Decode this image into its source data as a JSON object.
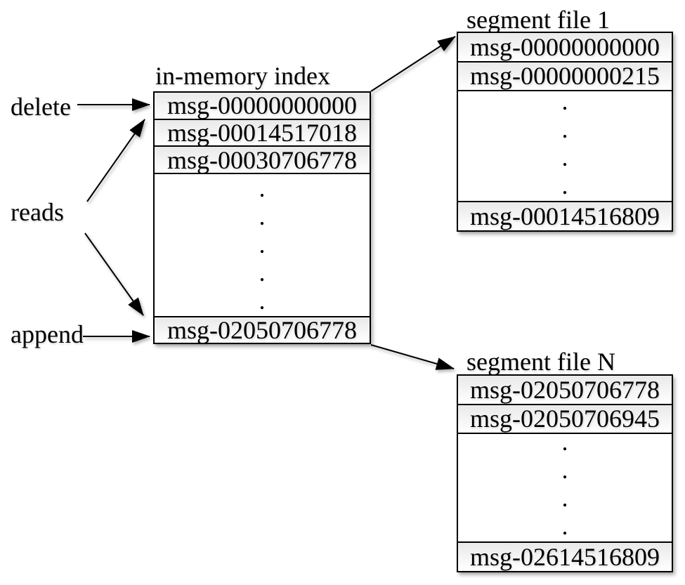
{
  "labels": {
    "delete": "delete",
    "reads": "reads",
    "append": "append"
  },
  "index": {
    "title": "in-memory index",
    "top_entries": [
      "msg-00000000000",
      "msg-00014517018",
      "msg-00030706778"
    ],
    "dots": [
      ".",
      ".",
      ".",
      ".",
      "."
    ],
    "bottom_entry": "msg-02050706778"
  },
  "segment1": {
    "title": "segment file 1",
    "top_entries": [
      "msg-00000000000",
      "msg-00000000215"
    ],
    "dots": [
      ".",
      ".",
      ".",
      "."
    ],
    "bottom_entry": "msg-00014516809"
  },
  "segmentN": {
    "title": "segment file N",
    "top_entries": [
      "msg-02050706778",
      "msg-02050706945"
    ],
    "dots": [
      ".",
      ".",
      ".",
      "."
    ],
    "bottom_entry": "msg-02614516809"
  },
  "colors": {
    "stroke": "#000000",
    "background": "#ffffff",
    "row_fill_top": "#e9e9e9",
    "row_fill_bottom": "#ffffff"
  }
}
